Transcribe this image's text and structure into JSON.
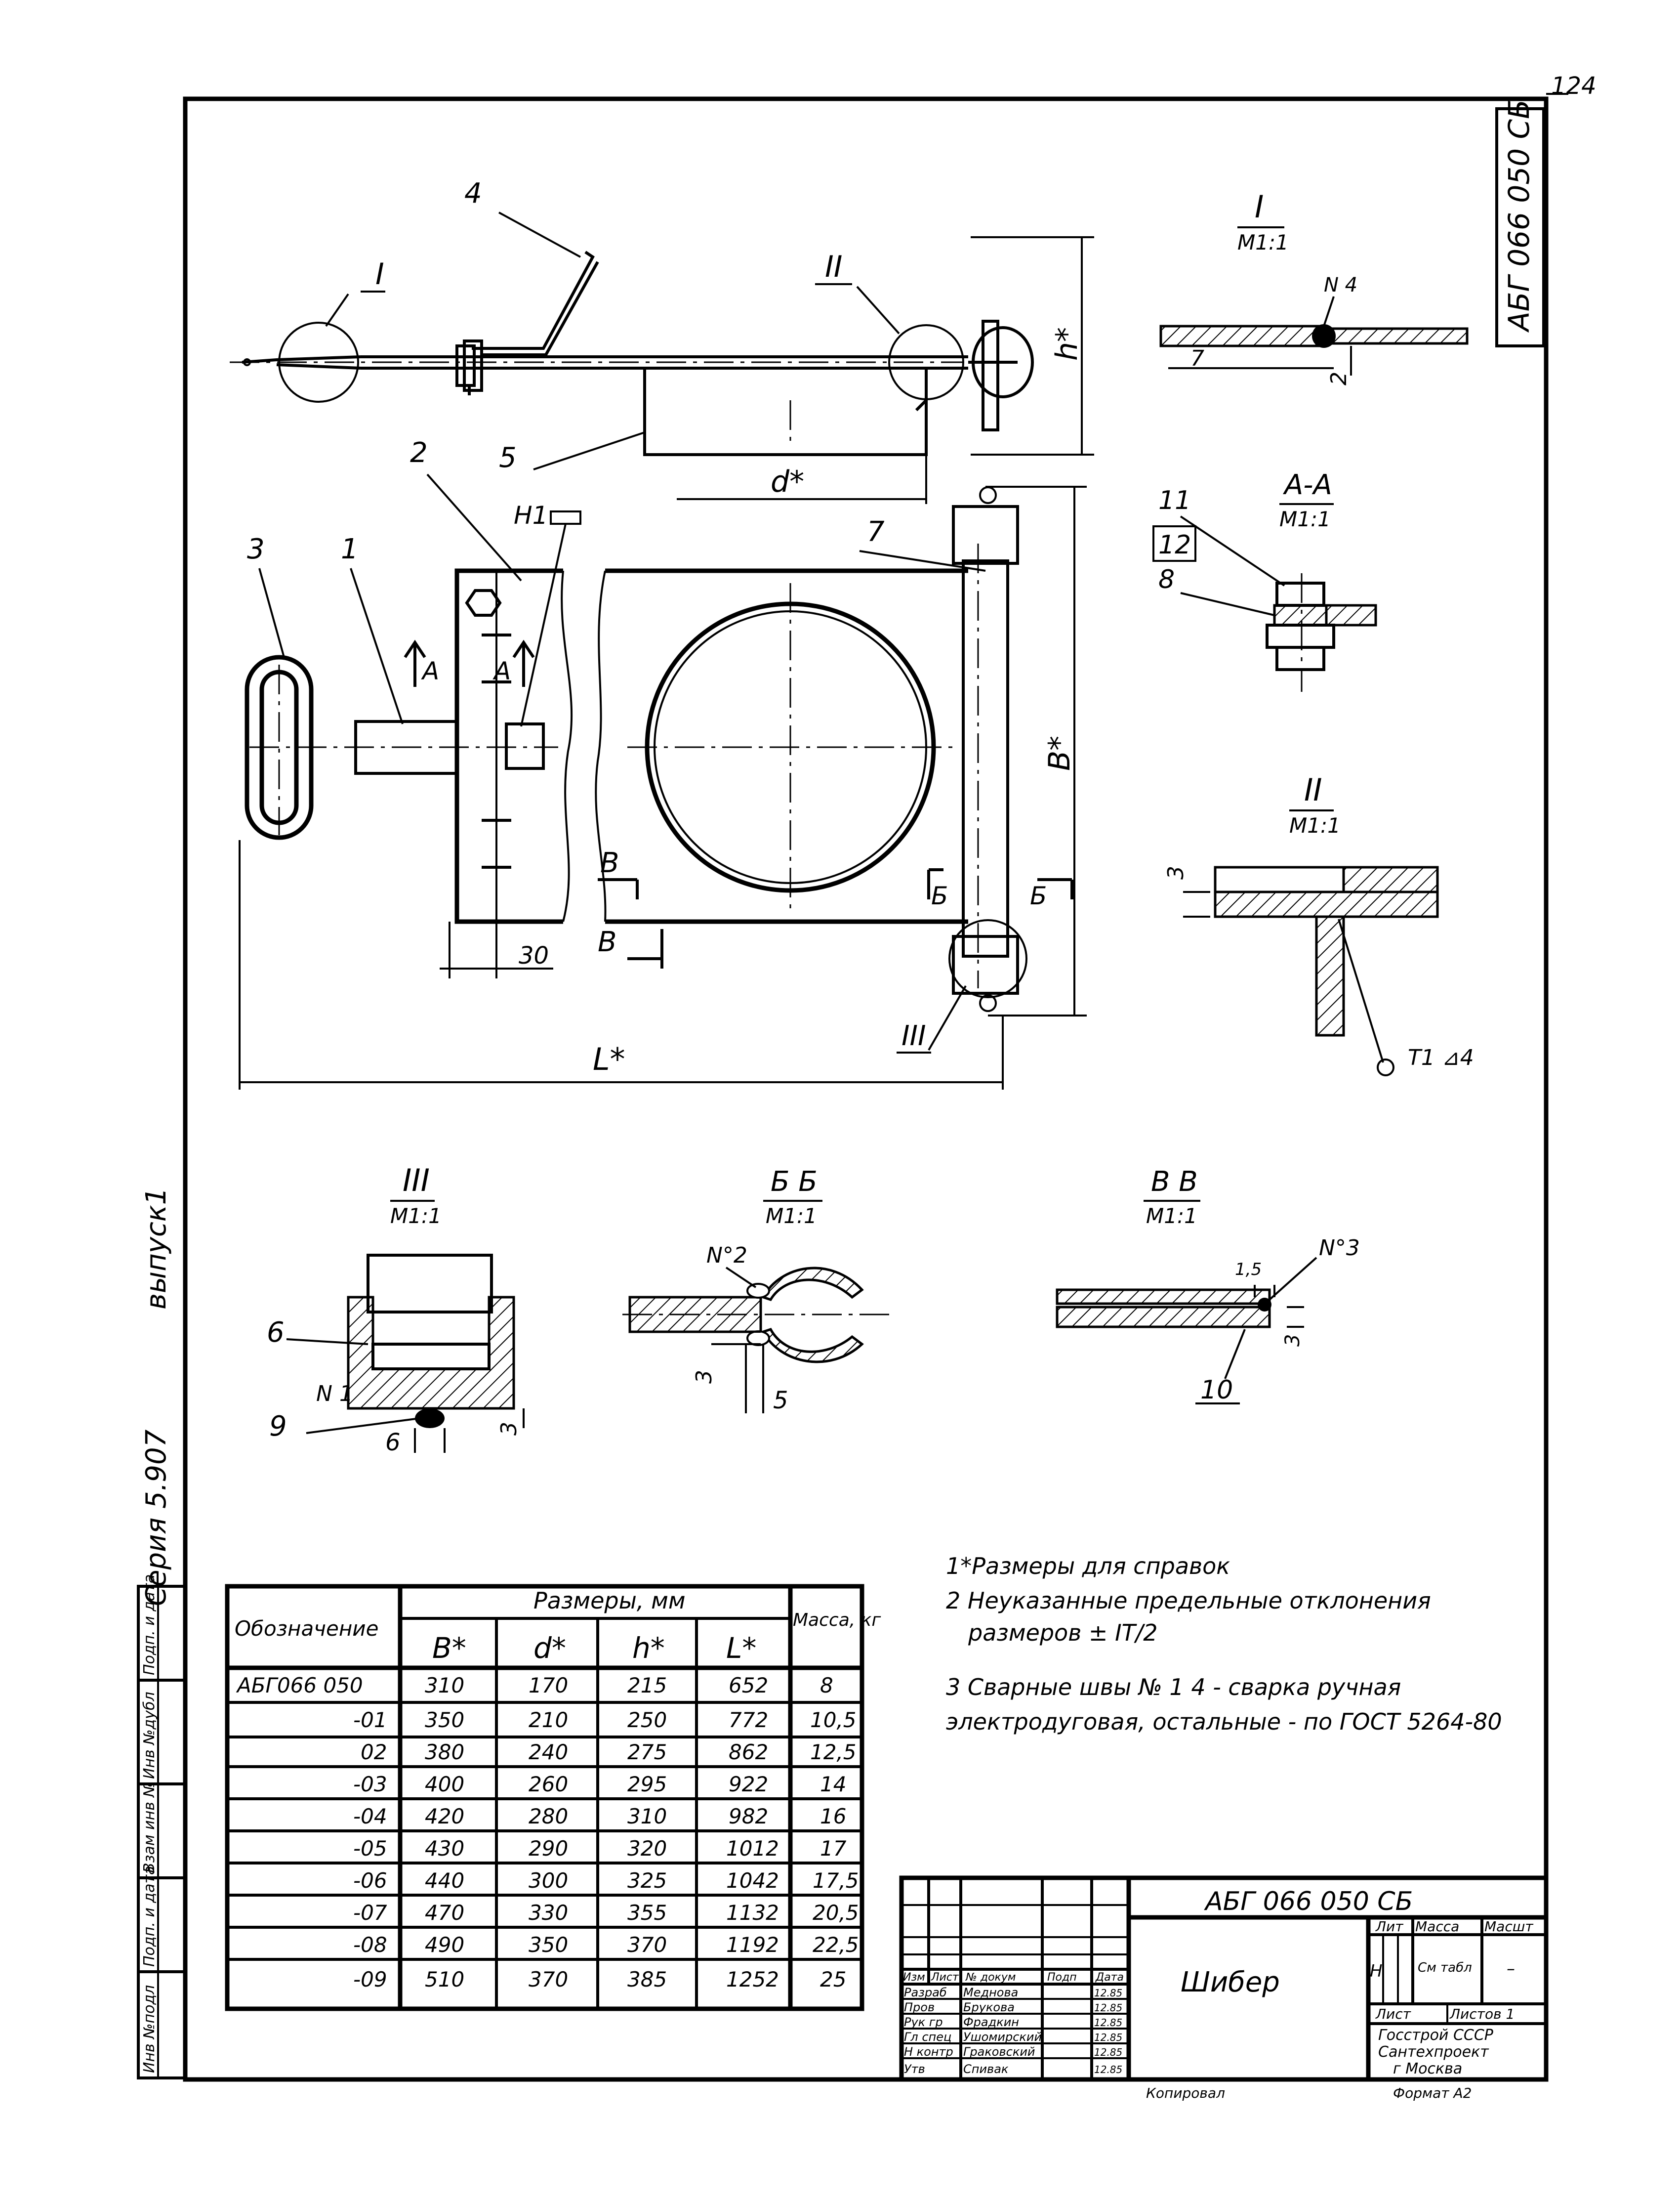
{
  "sheet": {
    "page_number": "124",
    "code_rotated": "АБГ 066 050 СБ",
    "series_rotated": "Серия 5.907",
    "issue_rotated": "выпуск1"
  },
  "side_stamp": [
    "Инв №подл",
    "Подп. и дата",
    "Взам инв №",
    "Инв №дубл",
    "Подп. и дата"
  ],
  "labels": {
    "view_I": "I",
    "view_II": "II",
    "view_III": "III",
    "scale": "М1:1",
    "section_AA": "А-А",
    "section_BB": "Б Б",
    "section_VV": "В В",
    "pos1": "1",
    "pos2": "2",
    "pos3": "3",
    "pos4": "4",
    "pos5": "5",
    "pos6": "6",
    "pos7": "7",
    "pos8": "8",
    "pos9": "9",
    "pos10": "10",
    "pos11": "11",
    "pos12": "12",
    "dim_h": "h*",
    "dim_d": "d*",
    "dim_B": "В*",
    "dim_L": "L*",
    "dim_30": "30",
    "mark_A": "А",
    "mark_B_cut": "Б",
    "mark_V": "В",
    "detail_N4": "N 4",
    "dim_7": "7",
    "dim_2": "2",
    "dim_3": "3",
    "weld_T1": "Т1 ⊿4",
    "weld_N1": "N 1",
    "dim_6": "6",
    "dim_3b": "3",
    "weld_N2": "N°2",
    "dim_3c": "3",
    "dim_5": "5",
    "weld_N3": "N°3",
    "dim_15": "1,5",
    "dim_3d": "3",
    "H1": "Н1"
  },
  "notes": [
    "1*Размеры для справок",
    "2 Неуказанные предельные отклонения",
    "размеров ± IT/2",
    "3 Сварные швы № 1  4 - сварка ручная",
    "электродуговая, остальные - по ГОСТ 5264-80"
  ],
  "table": {
    "col_designation": "Обозначение",
    "group_header": "Размеры, мм",
    "col_B": "В*",
    "col_d": "d*",
    "col_h": "h*",
    "col_L": "L*",
    "col_mass": "Масса, кг",
    "rows": [
      {
        "name": "АБГ066 050",
        "B": "310",
        "d": "170",
        "h": "215",
        "L": "652",
        "m": "8"
      },
      {
        "name": "-01",
        "B": "350",
        "d": "210",
        "h": "250",
        "L": "772",
        "m": "10,5"
      },
      {
        "name": "02",
        "B": "380",
        "d": "240",
        "h": "275",
        "L": "862",
        "m": "12,5"
      },
      {
        "name": "-03",
        "B": "400",
        "d": "260",
        "h": "295",
        "L": "922",
        "m": "14"
      },
      {
        "name": "-04",
        "B": "420",
        "d": "280",
        "h": "310",
        "L": "982",
        "m": "16"
      },
      {
        "name": "-05",
        "B": "430",
        "d": "290",
        "h": "320",
        "L": "1012",
        "m": "17"
      },
      {
        "name": "-06",
        "B": "440",
        "d": "300",
        "h": "325",
        "L": "1042",
        "m": "17,5"
      },
      {
        "name": "-07",
        "B": "470",
        "d": "330",
        "h": "355",
        "L": "1132",
        "m": "20,5"
      },
      {
        "name": "-08",
        "B": "490",
        "d": "350",
        "h": "370",
        "L": "1192",
        "m": "22,5"
      },
      {
        "name": "-09",
        "B": "510",
        "d": "370",
        "h": "385",
        "L": "1252",
        "m": "25"
      }
    ]
  },
  "title_block": {
    "designation": "АБГ 066 050 СБ",
    "name": "Шибер",
    "head": [
      "Изм",
      "Лист",
      "№ докум",
      "Подп",
      "Дата"
    ],
    "people": [
      {
        "role": "Разраб",
        "name": "Меднова",
        "date": "12.85"
      },
      {
        "role": "Пров",
        "name": "Брукова",
        "date": "12.85"
      },
      {
        "role": "Рук гр",
        "name": "Фрадкин",
        "date": "12.85"
      },
      {
        "role": "Гл спец",
        "name": "Ушомирский",
        "date": "12.85"
      },
      {
        "role": "Н контр",
        "name": "Граковский",
        "date": "12.85"
      },
      {
        "role": "Утв",
        "name": "Спивак",
        "date": "12.85"
      }
    ],
    "lit_label": "Лит",
    "mass_label": "Масса",
    "scale_label": "Масшт",
    "lit_value": "Н",
    "mass_value": "См табл",
    "scale_value": "–",
    "sheet_label": "Лист",
    "sheets_label": "Листов 1",
    "org1": "Госстрой СССР",
    "org2": "Сантехпроект",
    "org3": "г Москва",
    "copied": "Копировал",
    "format": "Формат А2"
  }
}
